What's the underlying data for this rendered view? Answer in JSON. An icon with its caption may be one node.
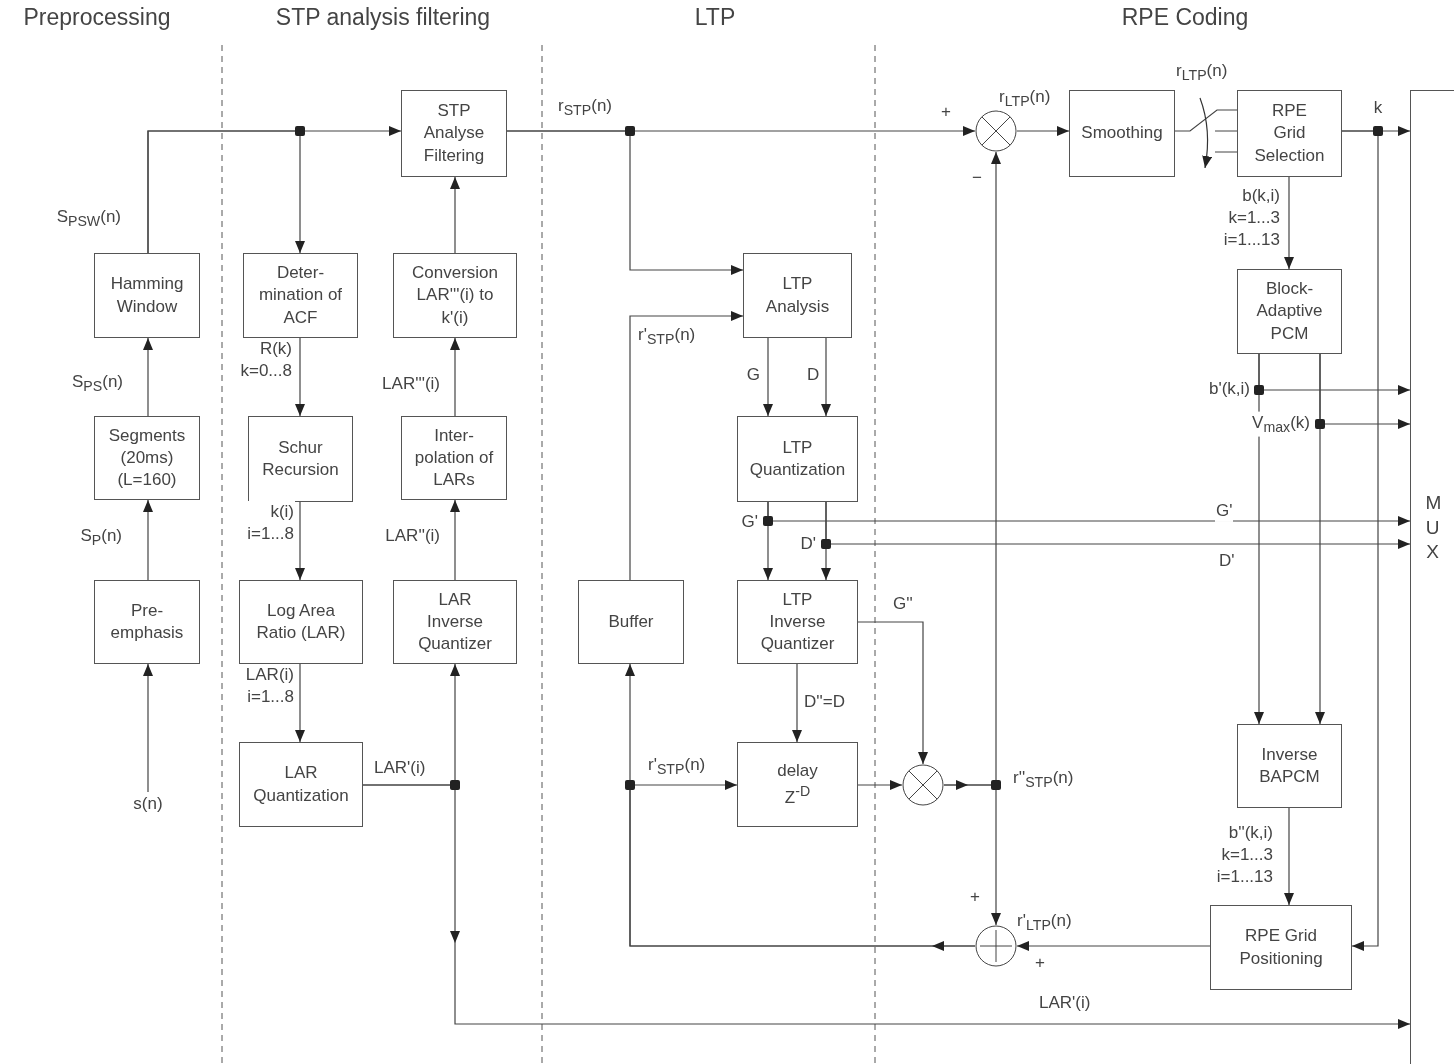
{
  "diagram": {
    "nodes": [
      {
        "text": [
          "Pre- emphasis"
        ]
      },
      {
        "text": [
          "Segments (20ms) (L=160)"
        ]
      },
      {
        "text": [
          "Hamming Window"
        ]
      },
      {
        "text": [
          "s(n)"
        ]
      },
      {
        "text": [
          "Deter- mination of ACF"
        ]
      },
      {
        "text": [
          "Schur Recursion"
        ]
      },
      {
        "text": [
          "Log Area Ratio (LAR)"
        ]
      },
      {
        "text": [
          "LAR Quantization"
        ]
      },
      {
        "text": [
          "STP Analyse Filtering"
        ]
      },
      {
        "text": [
          "Conversion LAR'''(i) to k'(i)"
        ]
      },
      {
        "text": [
          "Inter- polation of LARs"
        ]
      },
      {
        "text": [
          "LAR Inverse Quantizer"
        ]
      },
      {
        "text": [
          "LTP Analysis"
        ]
      },
      {
        "text": [
          "LTP Quantization"
        ]
      },
      {
        "text": [
          "Buffer"
        ]
      },
      {
        "text": [
          "LTP Inverse Quantizer"
        ]
      },
      {
        "text": [
          "delay Z$^{-D}$"
        ]
      },
      {
        "text": [],
        "shape": "circle"
      },
      {
        "text": [],
        "shape": "circle"
      },
      {
        "text": [
          "Smoothing"
        ]
      },
      {
        "text": [
          "RPE Grid Selection"
        ]
      },
      {
        "text": [
          "Block- Adaptive PCM"
        ]
      },
      {
        "text": [
          "Inverse BAPCM"
        ]
      },
      {
        "text": [
          "RPE Grid Positioning"
        ]
      },
      {
        "text": [],
        "shape": "circle"
      },
      {
        "text": [
          "MUX"
        ]
      }
    ],
    "edges": [
      {
        "from": 3,
        "to": 0,
        "arrow": "to"
      },
      {
        "from": 0,
        "to": 1,
        "arrow": "to",
        "label": "S$_{P}$(n)"
      },
      {
        "from": 1,
        "to": 2,
        "arrow": "to",
        "label": "S$_{PS}$(n)"
      },
      {
        "from": 2,
        "to": 8,
        "arrow": "to",
        "label": "S$_{PSW}$(n)"
      },
      {
        "from": 2,
        "to": 4,
        "arrow": "to"
      },
      {
        "from": 4,
        "to": 5,
        "arrow": "to",
        "label": "R(k) k=0...8"
      },
      {
        "from": 5,
        "to": 6,
        "arrow": "to",
        "label": "k(i) i=1...8"
      },
      {
        "from": 6,
        "to": 7,
        "arrow": "to",
        "label": "LAR(i) i=1...8"
      },
      {
        "from": 7,
        "to": 11,
        "arrow": "to",
        "label": "LAR'(i)"
      },
      {
        "from": 7,
        "to": 25,
        "arrow": "to",
        "label": "LAR'(i)"
      },
      {
        "from": 11,
        "to": 10,
        "arrow": "to",
        "label": "LAR''(i)"
      },
      {
        "from": 10,
        "to": 9,
        "arrow": "to",
        "label": "LAR'''(i)"
      },
      {
        "from": 9,
        "to": 8,
        "arrow": "to"
      },
      {
        "from": 8,
        "to": 18,
        "arrow": "to",
        "label": "r$_{STP}$(n)"
      },
      {
        "from": 8,
        "to": 12,
        "arrow": "to"
      },
      {
        "from": 14,
        "to": 12,
        "arrow": "to",
        "label": "r'$_{STP}$(n)"
      },
      {
        "from": 12,
        "to": 13,
        "arrow": "to",
        "label": "G"
      },
      {
        "from": 12,
        "to": 13,
        "arrow": "to",
        "label": "D"
      },
      {
        "from": 13,
        "to": 15,
        "arrow": "to",
        "label": "G'"
      },
      {
        "from": 13,
        "to": 15,
        "arrow": "to",
        "label": "D'"
      },
      {
        "from": 13,
        "to": 25,
        "arrow": "to",
        "label": "G'"
      },
      {
        "from": 13,
        "to": 25,
        "arrow": "to",
        "label": "D'"
      },
      {
        "from": 15,
        "to": 17,
        "arrow": "to",
        "label": "G''"
      },
      {
        "from": 15,
        "to": 16,
        "arrow": "to",
        "label": "D''=D"
      },
      {
        "from": 16,
        "to": 17,
        "arrow": "to"
      },
      {
        "from": 17,
        "to": 18,
        "arrow": "to"
      },
      {
        "from": 17,
        "to": 24,
        "arrow": "to",
        "label": "r''$_{STP}$(n)"
      },
      {
        "from": 18,
        "to": 19,
        "arrow": "to",
        "label": "r$_{LTP}$(n)"
      },
      {
        "from": 19,
        "to": 20,
        "arrow": "none",
        "label": "r$_{LTP}$(n)"
      },
      {
        "from": 20,
        "to": 25,
        "arrow": "to",
        "label": "k"
      },
      {
        "from": 20,
        "to": 23,
        "arrow": "to"
      },
      {
        "from": 20,
        "to": 21,
        "arrow": "to",
        "label": "b(k,i) k=1...3 i=1...13"
      },
      {
        "from": 21,
        "to": 22,
        "arrow": "to"
      },
      {
        "from": 21,
        "to": 25,
        "arrow": "to",
        "label": "b'(k,i)"
      },
      {
        "from": 21,
        "to": 22,
        "arrow": "to"
      },
      {
        "from": 21,
        "to": 25,
        "arrow": "to",
        "label": "V$_{max}$(k)"
      },
      {
        "from": 22,
        "to": 23,
        "arrow": "to",
        "label": "b''(k,i) k=1...3 i=1...13"
      },
      {
        "from": 23,
        "to": 24,
        "arrow": "to",
        "label": "r'$_{LTP}$(n)"
      },
      {
        "from": 24,
        "to": 14,
        "arrow": "to"
      },
      {
        "from": 24,
        "to": 16,
        "arrow": "to",
        "label": "r'$_{STP}$(n)"
      }
    ],
    "labels": [
      "Preprocessing",
      "STP analysis filtering",
      "LTP",
      "RPE Coding",
      "+",
      "−",
      "+",
      "+"
    ]
  }
}
